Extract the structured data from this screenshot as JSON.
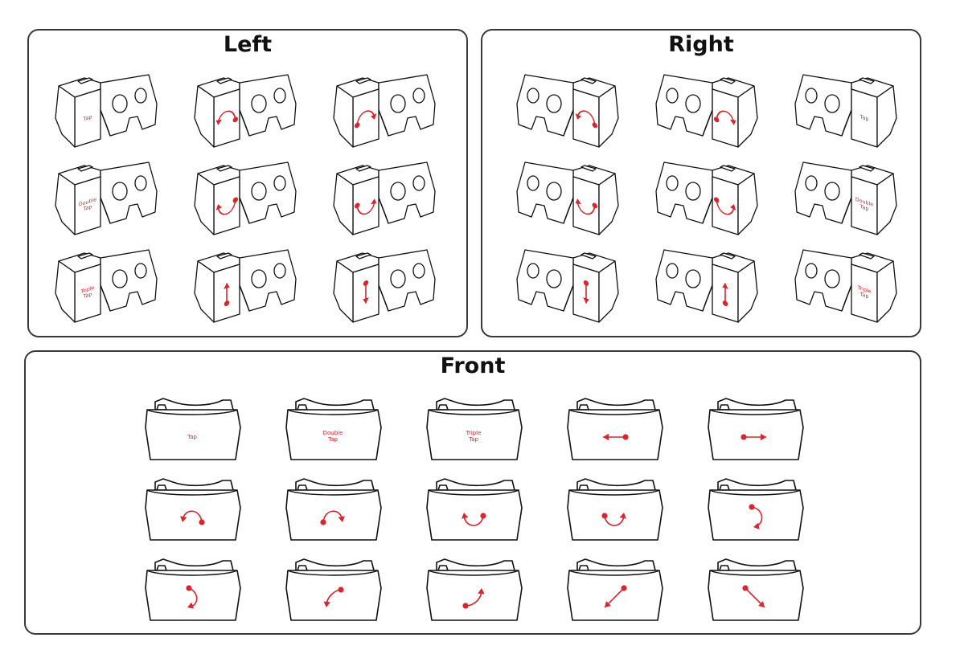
{
  "colors": {
    "outline": "#111111",
    "accent": "#d8262d"
  },
  "panels": {
    "left": {
      "title": "Left",
      "tiles": [
        {
          "gesture": "tap",
          "label": "Tap"
        },
        {
          "gesture": "arc-down-left",
          "label": ""
        },
        {
          "gesture": "arc-down-right",
          "label": ""
        },
        {
          "gesture": "double-tap",
          "label": "Double\nTap"
        },
        {
          "gesture": "arc-up-left",
          "label": ""
        },
        {
          "gesture": "arc-up-right",
          "label": ""
        },
        {
          "gesture": "triple-tap",
          "label": "Triple\nTap"
        },
        {
          "gesture": "swipe-up",
          "label": ""
        },
        {
          "gesture": "swipe-down",
          "label": ""
        }
      ]
    },
    "right": {
      "title": "Right",
      "tiles": [
        {
          "gesture": "arc-down-left",
          "label": ""
        },
        {
          "gesture": "arc-down-right",
          "label": ""
        },
        {
          "gesture": "tap",
          "label": "Tap"
        },
        {
          "gesture": "arc-up-left",
          "label": ""
        },
        {
          "gesture": "arc-up-right",
          "label": ""
        },
        {
          "gesture": "double-tap",
          "label": "Double\nTap"
        },
        {
          "gesture": "swipe-down",
          "label": ""
        },
        {
          "gesture": "swipe-up",
          "label": ""
        },
        {
          "gesture": "triple-tap",
          "label": "Triple\nTap"
        }
      ]
    },
    "front": {
      "title": "Front",
      "tiles": [
        {
          "gesture": "tap",
          "label": "Tap"
        },
        {
          "gesture": "double-tap",
          "label": "Double\nTap"
        },
        {
          "gesture": "triple-tap",
          "label": "Triple\nTap"
        },
        {
          "gesture": "swipe-left",
          "label": ""
        },
        {
          "gesture": "swipe-right",
          "label": ""
        },
        {
          "gesture": "arc-left-down",
          "label": ""
        },
        {
          "gesture": "arc-right-down",
          "label": ""
        },
        {
          "gesture": "arc-left-up",
          "label": ""
        },
        {
          "gesture": "arc-right-up",
          "label": ""
        },
        {
          "gesture": "arc-vertical-down",
          "label": ""
        },
        {
          "gesture": "arc-diag-down-left",
          "label": ""
        },
        {
          "gesture": "arc-diag-down-left-2",
          "label": ""
        },
        {
          "gesture": "arc-diag-up-right",
          "label": ""
        },
        {
          "gesture": "swipe-diag-down-left",
          "label": ""
        },
        {
          "gesture": "swipe-diag-down-right",
          "label": ""
        }
      ]
    }
  }
}
